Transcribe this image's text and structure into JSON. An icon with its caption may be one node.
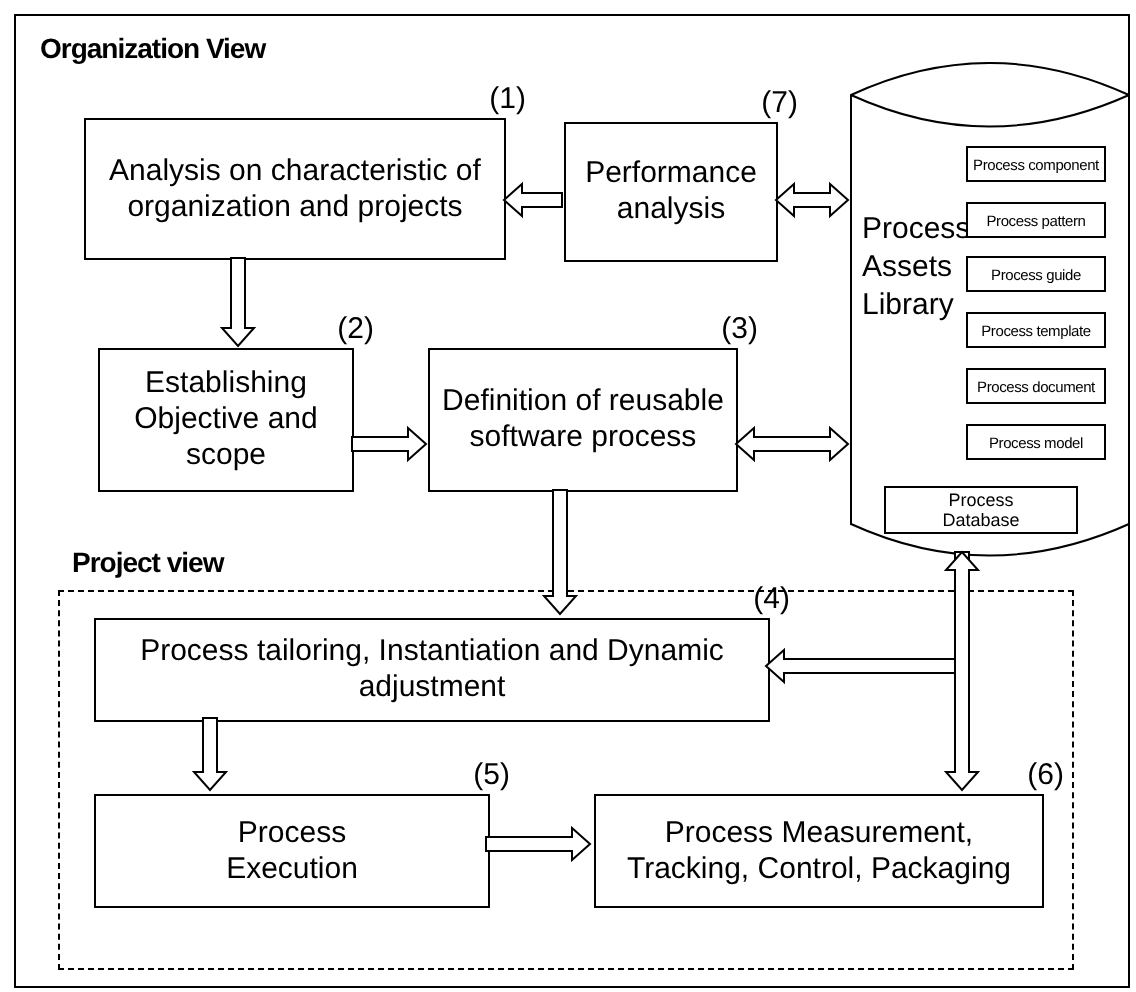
{
  "diagram": {
    "nodes": [
      {
        "text": [
          "Organization View"
        ]
      },
      {
        "text": [
          "Analysis on characteristic of organization and projects"
        ],
        "in": 0,
        "beside": [
          "(1)"
        ]
      },
      {
        "text": [
          "Performance analysis"
        ],
        "in": 0,
        "beside": [
          "(7)"
        ]
      },
      {
        "text": [
          "Establishing Objective and scope"
        ],
        "in": 0,
        "beside": [
          "(2)"
        ]
      },
      {
        "text": [
          "Definition of reusable software process"
        ],
        "in": 0,
        "beside": [
          "(3)"
        ]
      },
      {
        "text": [
          "Process Assets Library"
        ],
        "in": 0
      },
      {
        "text": [
          "Process component"
        ],
        "in": 5
      },
      {
        "text": [
          "Process pattern"
        ],
        "in": 5
      },
      {
        "text": [
          "Process guide"
        ],
        "in": 5
      },
      {
        "text": [
          "Process template"
        ],
        "in": 5
      },
      {
        "text": [
          "Process document"
        ],
        "in": 5
      },
      {
        "text": [
          "Process model"
        ],
        "in": 5
      },
      {
        "text": [
          "Process Database"
        ],
        "in": 5
      },
      {
        "text": [
          "Project view"
        ],
        "in": 0
      },
      {
        "text": [
          "Process tailoring, Instantiation and Dynamic adjustment"
        ],
        "in": 13,
        "beside": [
          "(4)"
        ]
      },
      {
        "text": [
          "Process Execution"
        ],
        "in": 13,
        "beside": [
          "(5)"
        ]
      },
      {
        "text": [
          "Process Measurement, Tracking, Control, Packaging"
        ],
        "in": 13,
        "beside": [
          "(6)"
        ]
      }
    ],
    "edges": [
      {
        "from": 2,
        "to": 1,
        "arrow": "to"
      },
      {
        "from": 1,
        "to": 3,
        "arrow": "to"
      },
      {
        "from": 2,
        "to": 5,
        "arrow": "both"
      },
      {
        "from": 3,
        "to": 4,
        "arrow": "to"
      },
      {
        "from": 4,
        "to": 5,
        "arrow": "both"
      },
      {
        "from": 4,
        "to": 14,
        "arrow": "to"
      },
      {
        "from": 5,
        "to": 14,
        "arrow": "to"
      },
      {
        "from": 5,
        "to": 16,
        "arrow": "both"
      },
      {
        "from": 14,
        "to": 15,
        "arrow": "to"
      },
      {
        "from": 15,
        "to": 16,
        "arrow": "to"
      }
    ]
  }
}
